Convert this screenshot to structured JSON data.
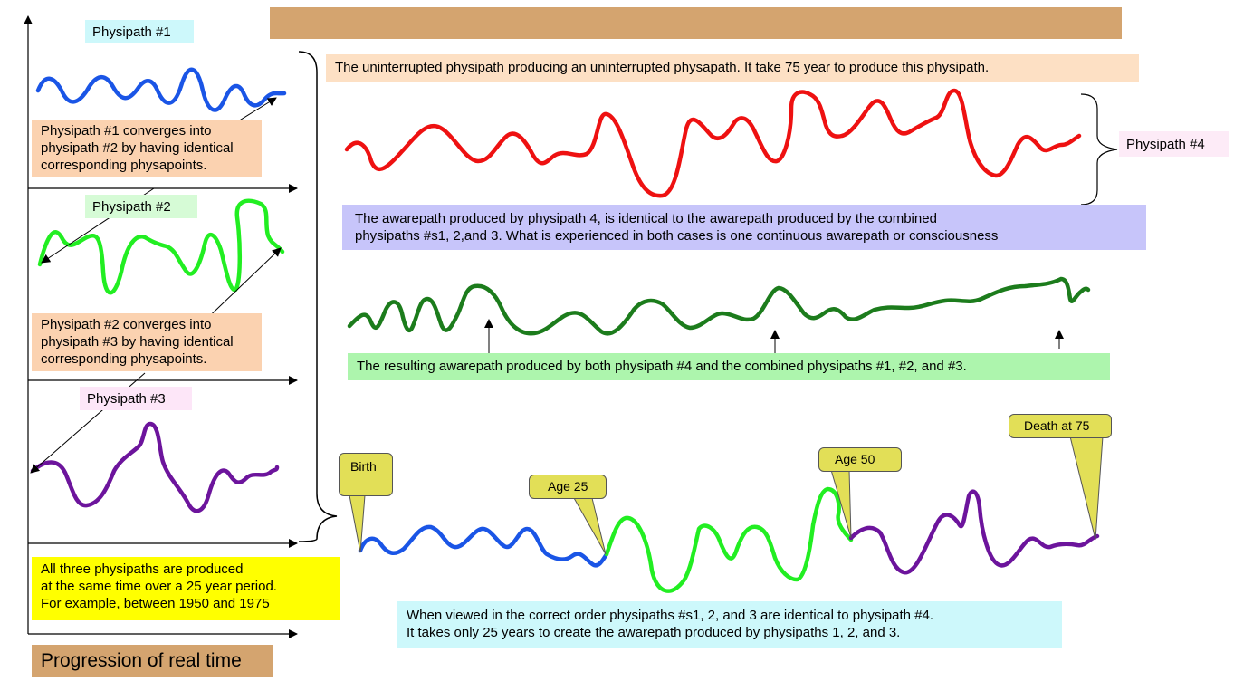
{
  "colors": {
    "tan": "#d4a46f",
    "peach": "#fbd2b0",
    "cyan": "#cdf8fb",
    "pink": "#fde6f8",
    "green_box": "#adf5ad",
    "lavender": "#c7c5fa",
    "light_orange": "#fde0c4",
    "yellow": "#ffff00",
    "callout_yellow": "#e2df57",
    "blue": "#1a55e6",
    "light_green": "#22ee22",
    "purple": "#6c149c",
    "red": "#ee1111",
    "dark_green": "#1c7c1c"
  },
  "left_panel": {
    "physipath1_label": "Physipath #1",
    "physipath2_label": "Physipath #2",
    "physipath3_label": "Physipath #3",
    "converge1": [
      "Physipath #1 converges into",
      "physipath #2 by having identical",
      "corresponding physapoints."
    ],
    "converge2": [
      "Physipath #2 converges into",
      "physipath #3 by having identical",
      "corresponding physapoints."
    ],
    "all_three": [
      "All three physipaths are produced",
      "at the same time over a 25 year period.",
      "For example, between 1950 and 1975"
    ],
    "real_time": "Progression of real time"
  },
  "right_panel": {
    "uninterrupted": "The uninterrupted physipath producing an uninterrupted physapath. It take 75 year to produce this physipath.",
    "physipath4_label": "Physipath #4",
    "awarepath_text": [
      "The awarepath produced by physipath 4, is identical to the awarepath produced by the combined",
      "physipaths #s1, 2,and 3. What is experienced in both cases is one continuous awarepath or consciousness"
    ],
    "resulting_text": "The resulting awarepath produced by both physipath #4 and the combined physipaths #1, #2, and #3.",
    "callouts": {
      "birth": "Birth",
      "age25": "Age 25",
      "age50": "Age 50",
      "death": "Death at 75"
    },
    "correct_order": [
      "When viewed in the correct order physipaths #s1, 2, and 3 are identical to physipath #4.",
      "It takes only 25 years to create the awarepath produced by physipaths 1, 2, and 3."
    ]
  }
}
